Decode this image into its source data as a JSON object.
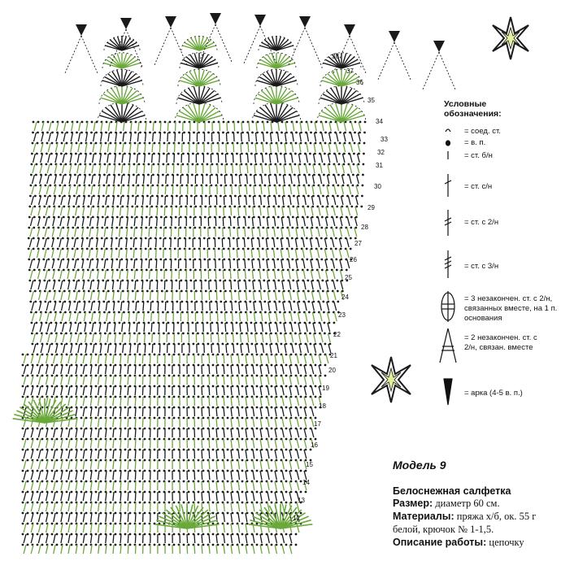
{
  "legend": {
    "title": "Условные обозначения:",
    "items": [
      {
        "symbol": "slip-stitch",
        "label": "= соед. ст."
      },
      {
        "symbol": "chain",
        "label": "= в. п."
      },
      {
        "symbol": "sc",
        "label": "= ст. б/н"
      },
      {
        "symbol": "dc",
        "label": "= ст. с/н"
      },
      {
        "symbol": "tr",
        "label": "= ст. с 2/н"
      },
      {
        "symbol": "dtr",
        "label": "= ст. с 3/н"
      },
      {
        "symbol": "cluster3",
        "label": "= 3 незакончен. ст. с 2/н, связанных вместе, на 1 п. основания"
      },
      {
        "symbol": "cluster2",
        "label": "= 2 незакончен. ст. с 2/н, связан. вместе"
      },
      {
        "symbol": "arch",
        "label": "= арка (4-5 в. п.)"
      }
    ]
  },
  "model": {
    "title": "Модель 9",
    "name": "Белоснежная салфетка",
    "size_label": "Размер:",
    "size_value": "диаметр 60 см.",
    "materials_label": "Материалы:",
    "materials_value": "пряжа х/б, ок. 55 г",
    "materials_line2": "белой, крючок № 1-1,5.",
    "work_label": "Описание работы:",
    "work_value": "цепочку"
  },
  "row_numbers": [
    "38",
    "37",
    "36",
    "35",
    "34",
    "33",
    "32",
    "31",
    "30",
    "29",
    "28",
    "27",
    "26",
    "25",
    "24",
    "23",
    "22",
    "21",
    "20",
    "19",
    "18",
    "17",
    "16",
    "15",
    "14",
    "13",
    "12"
  ],
  "colors": {
    "green": "#6aa83a",
    "dark": "#1a1a1a",
    "star": "#1a1a1a"
  }
}
